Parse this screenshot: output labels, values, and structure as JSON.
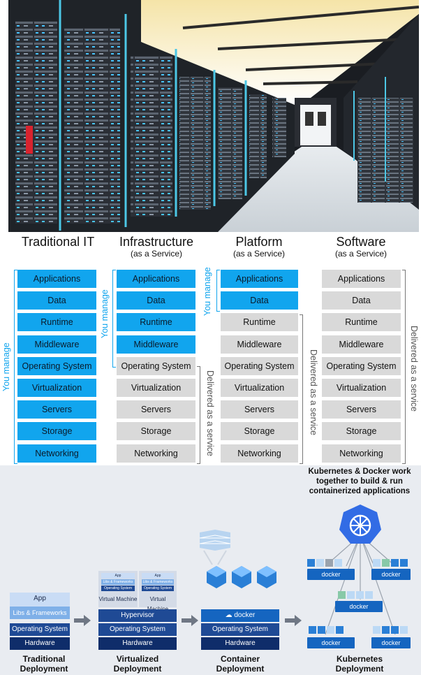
{
  "photo": {
    "alt_icon": "datacenter-photo"
  },
  "models": {
    "columns": [
      {
        "title": "Traditional IT",
        "subtitle": ""
      },
      {
        "title": "Infrastructure",
        "subtitle": "(as a Service)"
      },
      {
        "title": "Platform",
        "subtitle": "(as a Service)"
      },
      {
        "title": "Software",
        "subtitle": "(as a Service)"
      }
    ],
    "layers": [
      "Applications",
      "Data",
      "Runtime",
      "Middleware",
      "Operating System",
      "Virtualization",
      "Servers",
      "Storage",
      "Networking"
    ],
    "you_manage": "You manage",
    "delivered": "Delivered as a service",
    "colors": {
      "managed": "#11a5ee",
      "delivered": "#d9d9d9"
    }
  },
  "deploy": {
    "headline": "Kubernetes & Docker work together to build & run containerized applications",
    "traditional": {
      "app": "App",
      "libs": "Libs & Frameworks",
      "os": "Operating System",
      "hw": "Hardware",
      "label": "Traditional Deployment"
    },
    "virtualized": {
      "app": "App",
      "libs": "Libs & Frameworks",
      "os_small": "Operating System",
      "vm": "Virtual Machine",
      "hypervisor": "Hypervisor",
      "os": "Operating System",
      "hw": "Hardware",
      "label": "Virtualized Deployment"
    },
    "container": {
      "docker": "docker",
      "os": "Operating System",
      "hw": "Hardware",
      "label": "Container Deployment"
    },
    "kubernetes": {
      "docker": "docker",
      "label": "Kubernetes Deployment"
    }
  }
}
